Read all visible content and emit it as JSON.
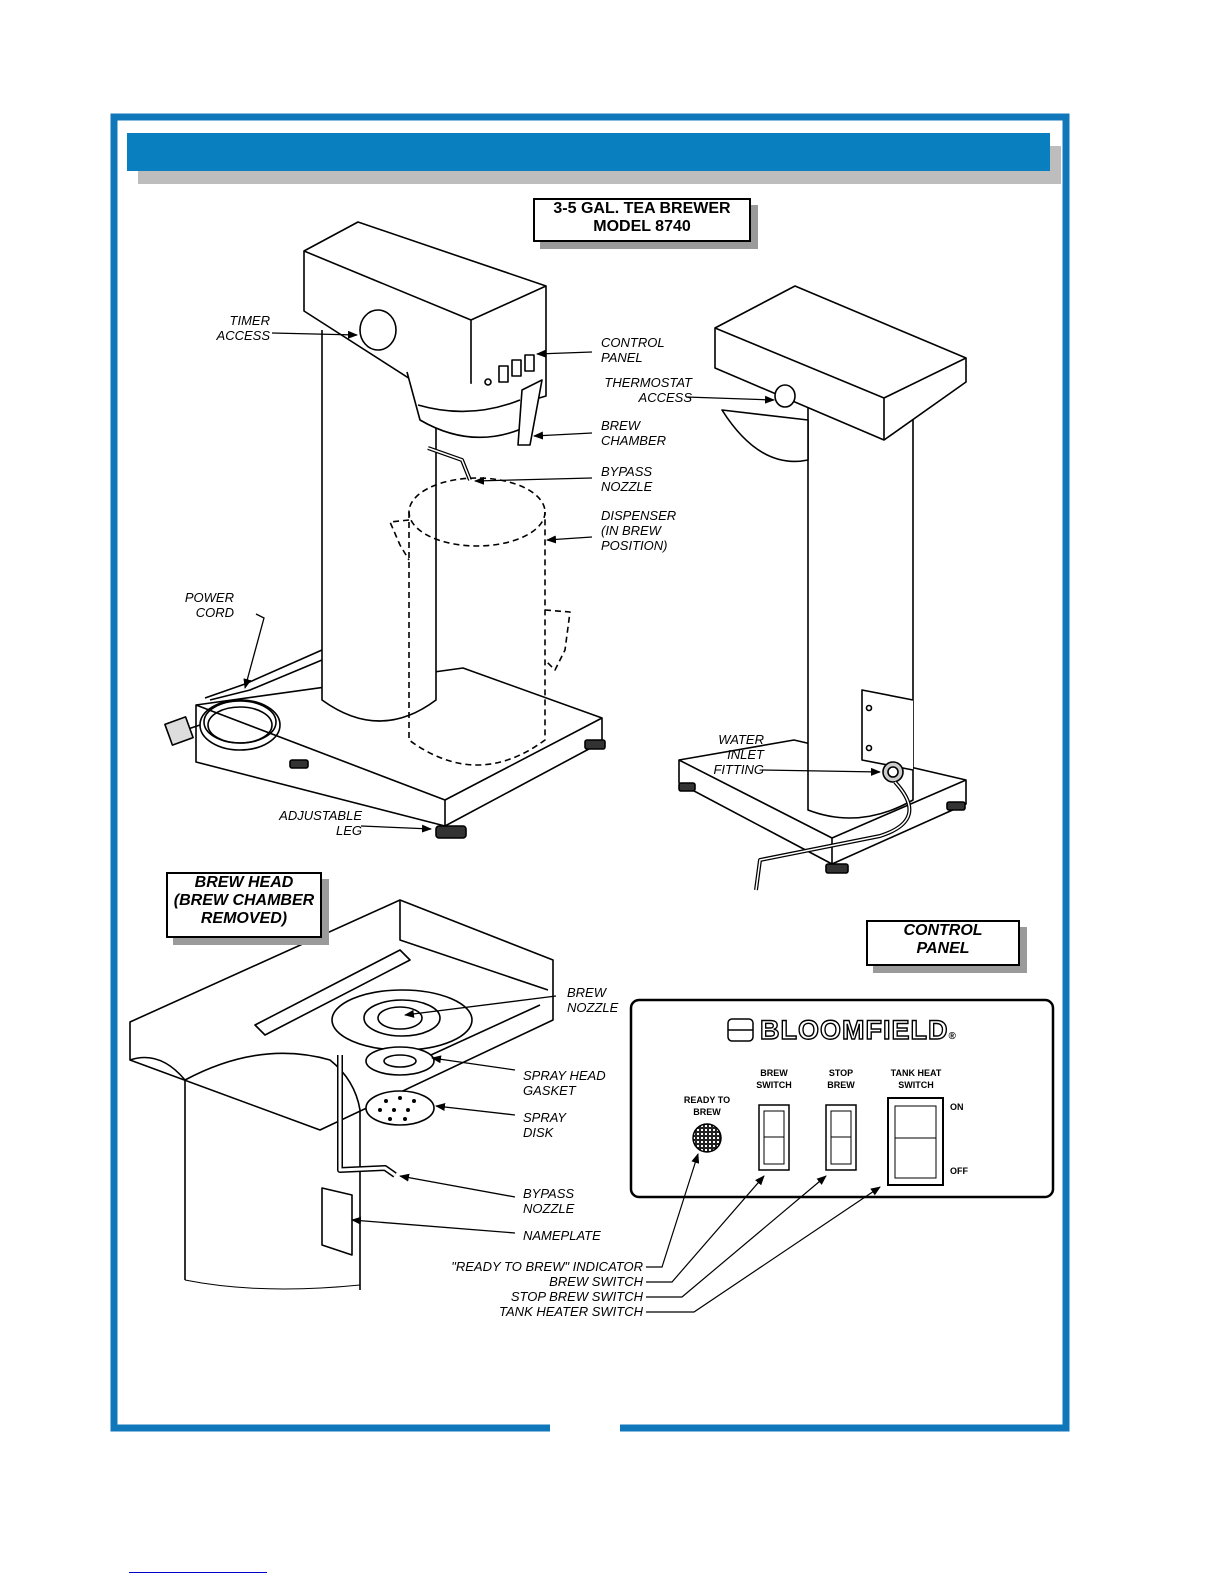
{
  "colors": {
    "frame_blue": "#1177bb",
    "header_blue": "#0a7fc0",
    "shadow_gray": "#9a9a9a",
    "link_blue": "#0000cc"
  },
  "title_box": {
    "line1": "3-5 GAL. TEA BREWER",
    "line2": "MODEL  8740"
  },
  "brew_head_box": {
    "line1": "BREW HEAD",
    "line2": "(BREW CHAMBER",
    "line3": "REMOVED)"
  },
  "control_panel_box": {
    "line1": "CONTROL",
    "line2": "PANEL"
  },
  "front_view_labels": {
    "timer_access": "TIMER\nACCESS",
    "control_panel": "CONTROL\nPANEL",
    "brew_chamber": "BREW\nCHAMBER",
    "bypass_nozzle": "BYPASS\nNOZZLE",
    "dispenser": "DISPENSER\n(IN BREW\nPOSITION)",
    "power_cord": "POWER\nCORD",
    "adjustable_leg": "ADJUSTABLE\nLEG"
  },
  "side_view_labels": {
    "thermostat_access": "THERMOSTAT\nACCESS",
    "water_inlet_fitting": "WATER\nINLET\nFITTING"
  },
  "brew_head_labels": {
    "brew_nozzle": "BREW\nNOZZLE",
    "spray_head_gasket": "SPRAY HEAD\nGASKET",
    "spray_disk": "SPRAY\nDISK",
    "bypass_nozzle": "BYPASS\nNOZZLE",
    "nameplate": "NAMEPLATE"
  },
  "control_panel": {
    "brand": "BLOOMFIELD",
    "registered": "®",
    "ready_to_brew": "READY TO\nBREW",
    "brew_switch": "BREW\nSWITCH",
    "stop_brew": "STOP\nBREW",
    "tank_heat_switch": "TANK HEAT\nSWITCH",
    "on": "ON",
    "off": "OFF"
  },
  "control_panel_callouts": {
    "ready_indicator": "\"READY TO BREW\" INDICATOR",
    "brew_switch": "BREW SWITCH",
    "stop_brew_switch": "STOP BREW SWITCH",
    "tank_heater_switch": "TANK HEATER SWITCH"
  }
}
